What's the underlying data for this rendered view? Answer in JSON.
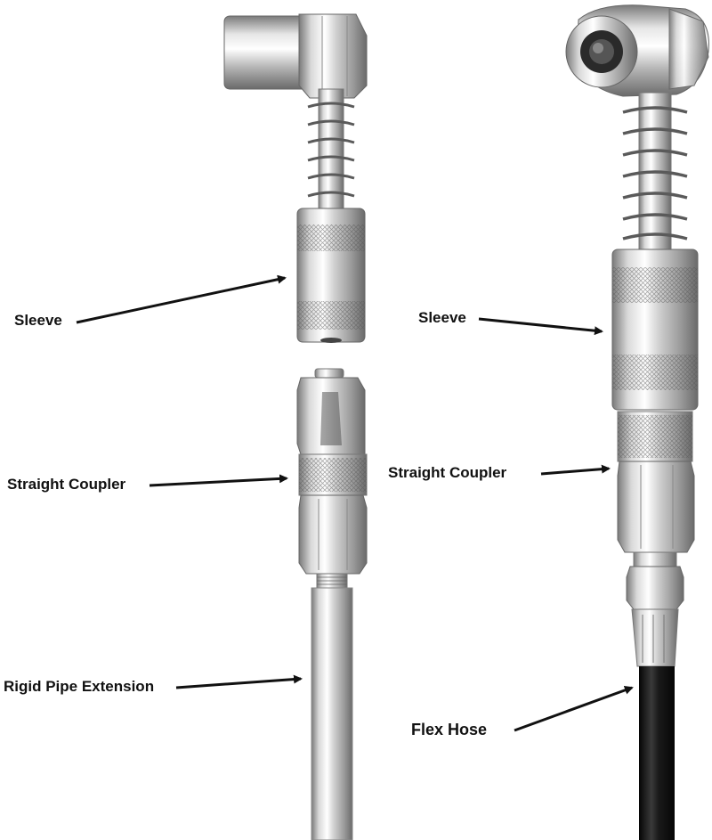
{
  "left_assembly": {
    "labels": {
      "sleeve": "Sleeve",
      "straight_coupler": "Straight Coupler",
      "rigid_pipe_extension": "Rigid Pipe Extension"
    }
  },
  "right_assembly": {
    "labels": {
      "sleeve": "Sleeve",
      "straight_coupler": "Straight Coupler",
      "flex_hose": "Flex Hose"
    }
  },
  "colors": {
    "metal_light": "#f2f2f2",
    "metal_mid": "#b8b8b8",
    "metal_dark": "#6e6e6e",
    "hose": "#151515",
    "arrow": "#111111",
    "background": "#ffffff"
  }
}
